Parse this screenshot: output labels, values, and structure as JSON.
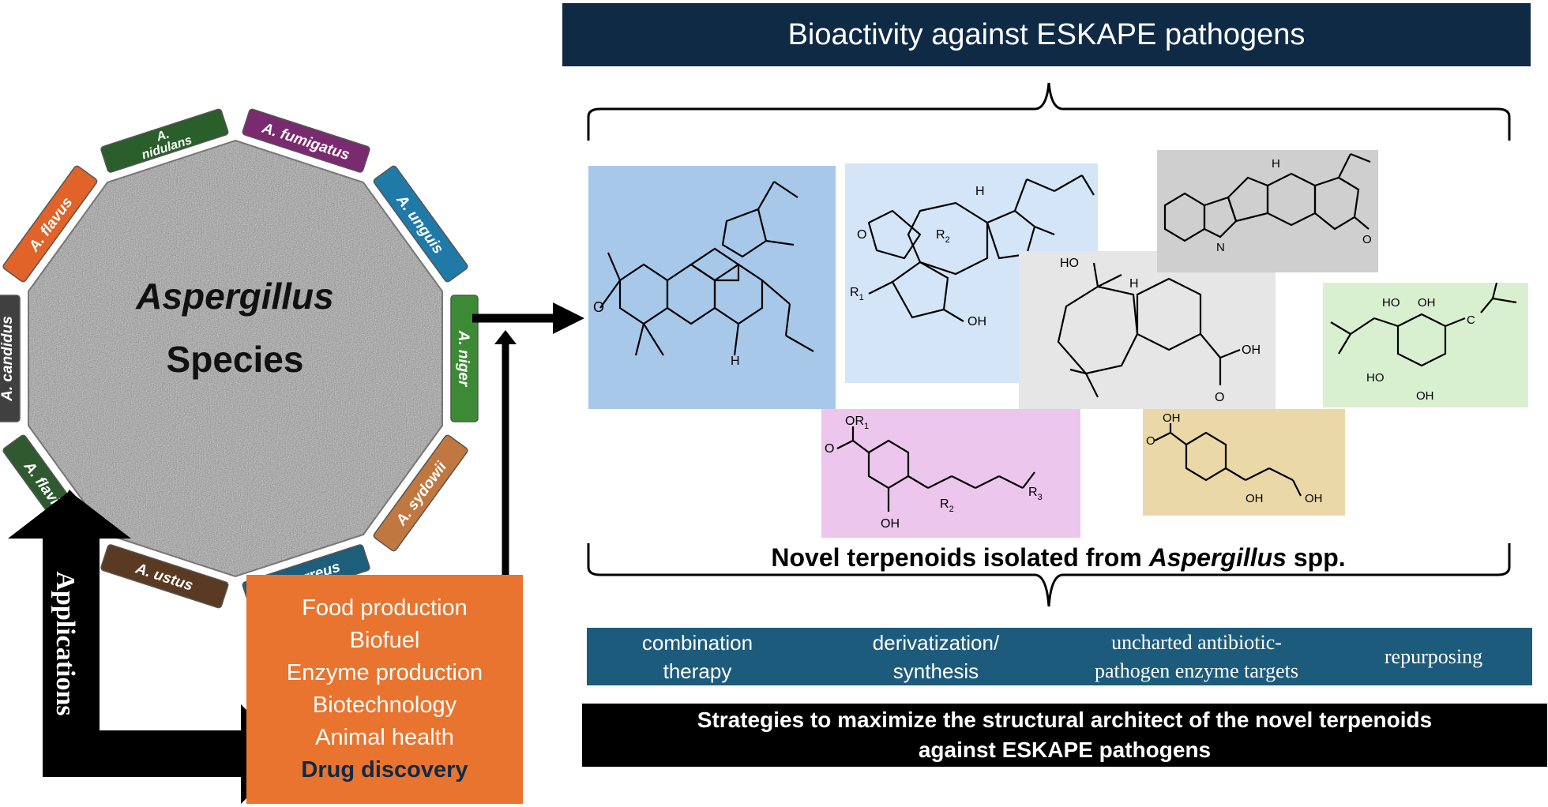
{
  "header": {
    "title": "Bioactivity against ESKAPE pathogens"
  },
  "center": {
    "line1": "Aspergillus",
    "line2": "Species"
  },
  "species": [
    {
      "label": "A. fumigatus",
      "color": "#7a2a6e"
    },
    {
      "label": "A. unguis",
      "color": "#1f7aa8"
    },
    {
      "label": "A. niger",
      "color": "#3d8a36"
    },
    {
      "label": "A. sydowii",
      "color": "#c07840"
    },
    {
      "label": "A. terreus",
      "color": "#1d5e7a"
    },
    {
      "label": "A. ustus",
      "color": "#5a3a22"
    },
    {
      "label": "A. flavipes",
      "color": "#2f5a30"
    },
    {
      "label": "A. candidus",
      "color": "#404040"
    },
    {
      "label": "A. flavus",
      "color": "#e0632a"
    },
    {
      "label_line1": "A.",
      "label_line2": "nidulans",
      "color": "#2a5e2a"
    }
  ],
  "applications": {
    "side_label": "Applications",
    "items": [
      "Food production",
      "Biofuel",
      "Enzyme production",
      "Biotechnology",
      "Animal health"
    ],
    "highlight": "Drug discovery"
  },
  "caption": {
    "prefix": "Novel terpenoids isolated from ",
    "italic": "Aspergillus",
    "suffix": " spp."
  },
  "strategies": {
    "combination_1": "combination",
    "combination_2": "therapy",
    "derivatization_1": "derivatization/",
    "derivatization_2": "synthesis",
    "uncharted_1": "uncharted antibiotic-",
    "uncharted_2": "pathogen enzyme targets",
    "repurposing": "repurposing"
  },
  "bottom": {
    "line1": "Strategies to maximize the structural architect of the novel terpenoids",
    "line2": "against ESKAPE pathogens"
  },
  "molecules": {
    "m1": {
      "bg": "#a8c8ea"
    },
    "m2": {
      "bg": "#d3e5f7",
      "r2": "R",
      "r2sub": "2",
      "r1": "R",
      "r1sub": "1",
      "oh": "OH",
      "h": "H",
      "o": "O"
    },
    "m3": {
      "bg": "#e6e6e6",
      "ho": "HO",
      "h": "H",
      "oh": "OH",
      "o": "O"
    },
    "m4": {
      "bg": "#cfcfcf",
      "h": "H",
      "n": "N",
      "o": "O"
    },
    "m5": {
      "bg": "#d9f0d0",
      "ho1": "HO",
      "oh1": "OH",
      "ho2": "HO",
      "oh2": "OH",
      "c": "C"
    },
    "m6": {
      "bg": "#ecc6ec",
      "or": "OR",
      "orsub": "1",
      "r2": "R",
      "r2sub": "2",
      "r3": "R",
      "r3sub": "3",
      "oh": "OH",
      "o": "O"
    },
    "m7": {
      "bg": "#ead8a8",
      "oh": "OH",
      "o": "O"
    }
  }
}
